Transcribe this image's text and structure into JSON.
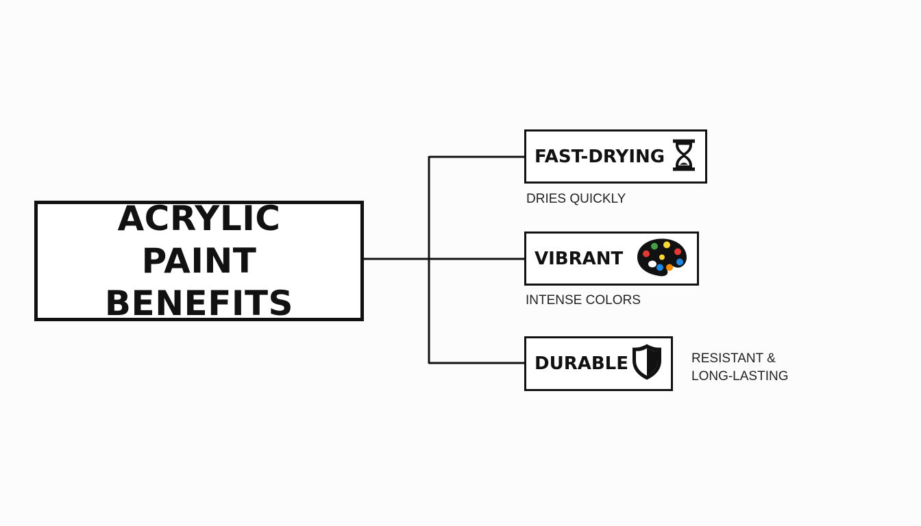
{
  "title": "ACRYLIC PAINT BENEFITS",
  "benefits": [
    {
      "label": "FAST-DRYING",
      "description": "DRIES QUICKLY",
      "icon": "hourglass-icon"
    },
    {
      "label": "VIBRANT",
      "description": "INTENSE COLORS",
      "icon": "palette-icon"
    },
    {
      "label": "DURABLE",
      "description_line1": "RESISTANT &",
      "description_line2": "LONG-LASTING",
      "icon": "shield-icon"
    }
  ],
  "colors": {
    "line": "#111111",
    "background": "#fcfcfc",
    "palette_dots": [
      "#e53935",
      "#43a047",
      "#fdd835",
      "#e53935",
      "#1e88e5",
      "#fb8c00",
      "#fdd835"
    ]
  }
}
